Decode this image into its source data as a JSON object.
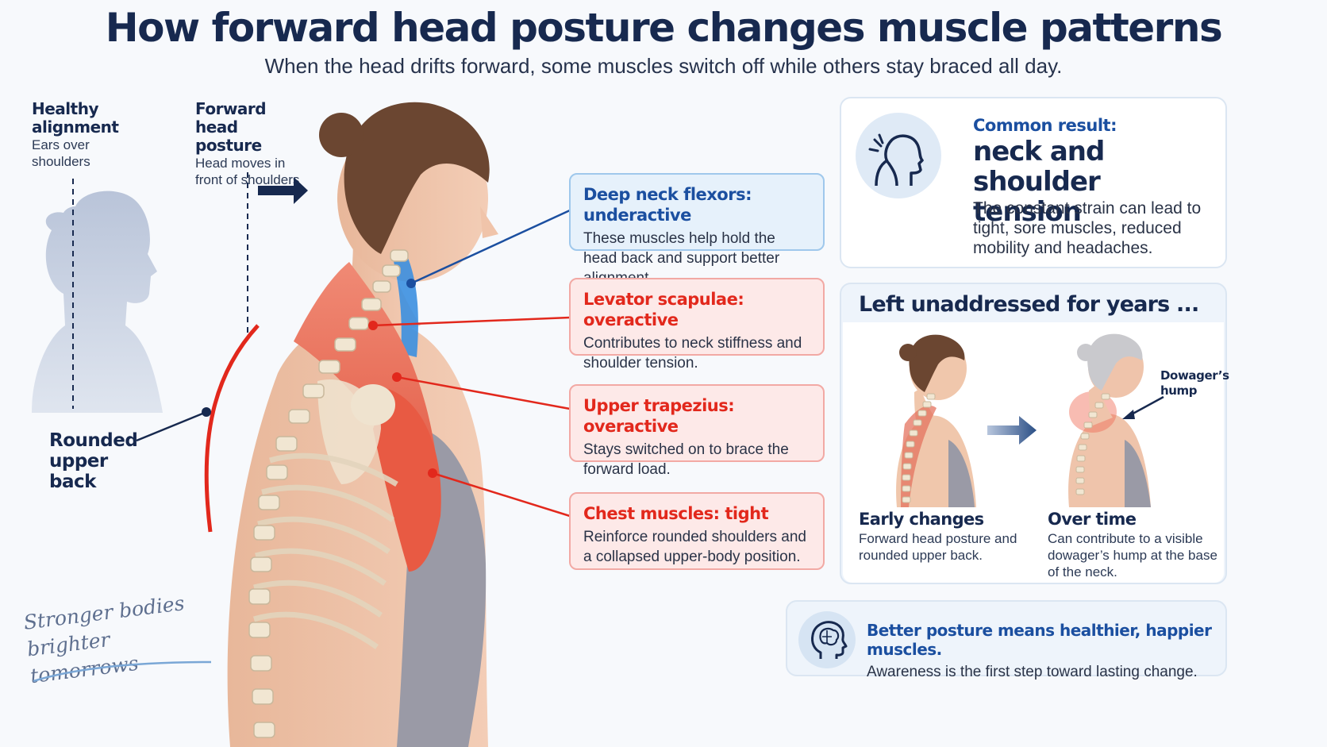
{
  "header": {
    "title": "How forward head posture changes muscle patterns",
    "subtitle": "When the head drifts forward, some muscles switch off while others stay braced all day."
  },
  "comparison": {
    "healthy_title": "Healthy alignment",
    "healthy_desc": "Ears over shoulders",
    "forward_title": "Forward head posture",
    "forward_desc": "Head moves in front of shoulders",
    "rounded_label": "Rounded upper back"
  },
  "muscles": [
    {
      "title": "Deep neck flexors: underactive",
      "body": "These muscles help hold the head back and support better alignment.",
      "status": "underactive",
      "color": "#1b4fa0"
    },
    {
      "title": "Levator scapulae: overactive",
      "body": "Contributes to neck stiffness and shoulder tension.",
      "status": "overactive",
      "color": "#e2281c"
    },
    {
      "title": "Upper trapezius: overactive",
      "body": "Stays switched on to brace the forward load.",
      "status": "overactive",
      "color": "#e2281c"
    },
    {
      "title": "Chest muscles: tight",
      "body": "Reinforce rounded shoulders and a collapsed upper-body position.",
      "status": "tight",
      "color": "#e2281c"
    }
  ],
  "result": {
    "kicker": "Common result:",
    "title": "neck and shoulder tension",
    "body": "The constant strain can lead to tight, sore muscles, reduced mobility and headaches.",
    "icon": "neck-pain-icon"
  },
  "years": {
    "title": "Left unaddressed for years ...",
    "early_title": "Early changes",
    "early_desc": "Forward head posture and rounded upper back.",
    "later_title": "Over time",
    "later_desc": "Can contribute to a visible dowager’s hump at the base of the neck.",
    "hump_label": "Dowager’s hump"
  },
  "footer": {
    "title": "Better posture means healthier, happier muscles.",
    "body": "Awareness is the first step toward lasting change.",
    "icon": "brain-head-icon"
  },
  "signature": "Stronger bodies brighter tomorrows",
  "colors": {
    "navy": "#17294f",
    "blue": "#1b4fa0",
    "red": "#e2281c",
    "muscle_red": "#ef6a55",
    "flexor_blue": "#3b8fe0"
  }
}
